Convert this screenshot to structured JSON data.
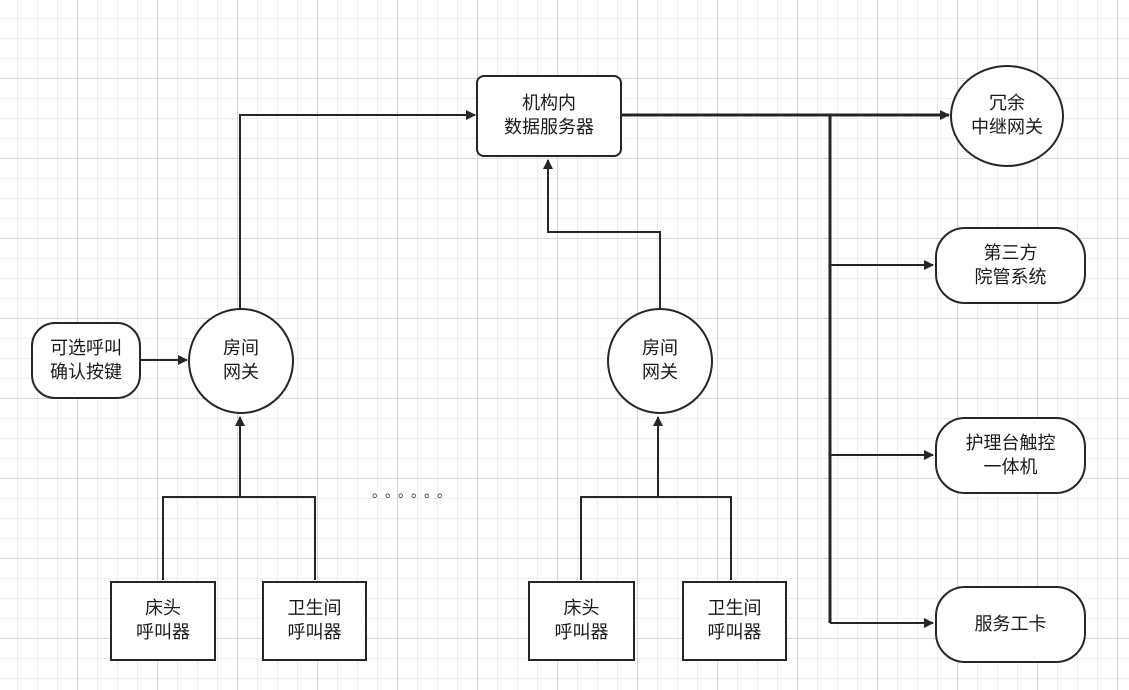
{
  "nodes": {
    "server": [
      "机构内",
      "数据服务器"
    ],
    "redundant_relay": [
      "冗余",
      "中继网关"
    ],
    "third_party": [
      "第三方",
      "院管系统"
    ],
    "nurse_station": [
      "护理台触控",
      "一体机"
    ],
    "work_card": [
      "服务工卡"
    ],
    "optional_button": [
      "可选呼叫",
      "确认按键"
    ],
    "room_gateway_left": [
      "房间",
      "网关"
    ],
    "room_gateway_right": [
      "房间",
      "网关"
    ],
    "bed_caller_left": [
      "床头",
      "呼叫器"
    ],
    "bath_caller_left": [
      "卫生间",
      "呼叫器"
    ],
    "bed_caller_right": [
      "床头",
      "呼叫器"
    ],
    "bath_caller_right": [
      "卫生间",
      "呼叫器"
    ]
  },
  "ellipsis": "。。。。。。",
  "colors": {
    "stroke": "#262626",
    "grid": "#d6d6d6"
  }
}
